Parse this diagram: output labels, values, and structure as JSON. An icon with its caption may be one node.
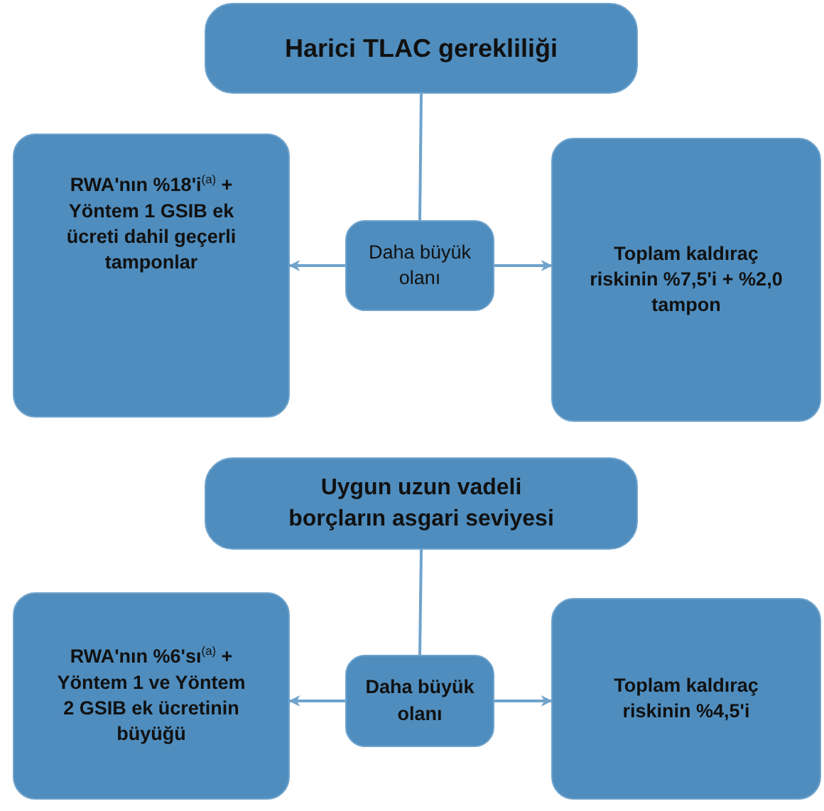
{
  "diagram": {
    "nodes": [
      {
        "text": [
          "Harici TLAC gerekliliği"
        ]
      },
      {
        "text": [
          "RWA'nın %18'i$^{(a)}$ + Yöntem 1 GSIB ek ücreti dahil geçerli tamponlar"
        ]
      },
      {
        "text": [
          "Daha büyük olanı"
        ]
      },
      {
        "text": [
          "Toplam kaldıraç riskinin %7,5'i + %2,0 tampon"
        ]
      },
      {
        "text": [
          "Uygun uzun vadeli borçların asgari seviyesi"
        ]
      },
      {
        "text": [
          "RWA'nın %6'sı$^{(a)}$ + Yöntem 1 ve Yöntem 2 GSIB ek ücretinin büyüğü"
        ]
      },
      {
        "text": [
          "Daha büyük olanı"
        ]
      },
      {
        "text": [
          "Toplam kaldıraç riskinin %4,5'i"
        ]
      }
    ],
    "edges": [
      {
        "from": 0,
        "to": 2,
        "arrow": "none"
      },
      {
        "from": 2,
        "to": 1,
        "arrow": "to"
      },
      {
        "from": 2,
        "to": 3,
        "arrow": "to"
      },
      {
        "from": 4,
        "to": 6,
        "arrow": "none"
      },
      {
        "from": 6,
        "to": 5,
        "arrow": "to"
      },
      {
        "from": 6,
        "to": 7,
        "arrow": "to"
      }
    ]
  }
}
